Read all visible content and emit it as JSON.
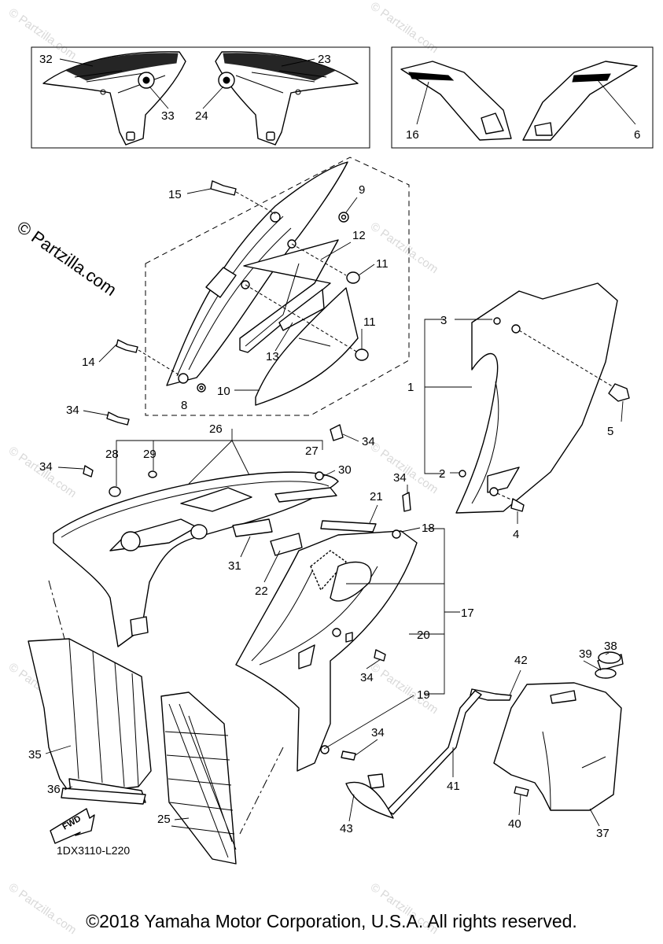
{
  "watermark": {
    "text": "© Partzilla.com",
    "short": "© Partzilla.com"
  },
  "diagram_code": "1DX3110-L220",
  "fwd_label": "FWD",
  "copyright": "©2018 Yamaha Motor Corporation, U.S.A. All rights reserved.",
  "callouts": {
    "c1": "1",
    "c2": "2",
    "c3": "3",
    "c4": "4",
    "c5": "5",
    "c6": "6",
    "c8": "8",
    "c9": "9",
    "c10": "10",
    "c11a": "11",
    "c11b": "11",
    "c12": "12",
    "c13": "13",
    "c14": "14",
    "c15": "15",
    "c16": "16",
    "c17": "17",
    "c18": "18",
    "c19": "19",
    "c20": "20",
    "c21": "21",
    "c22": "22",
    "c23": "23",
    "c24": "24",
    "c25": "25",
    "c26": "26",
    "c27": "27",
    "c28": "28",
    "c29": "29",
    "c30": "30",
    "c31": "31",
    "c32": "32",
    "c33": "33",
    "c34a": "34",
    "c34b": "34",
    "c34c": "34",
    "c34d": "34",
    "c34e": "34",
    "c34f": "34",
    "c35": "35",
    "c36": "36",
    "c37": "37",
    "c38": "38",
    "c39": "39",
    "c40": "40",
    "c41": "41",
    "c42": "42",
    "c43": "43"
  }
}
